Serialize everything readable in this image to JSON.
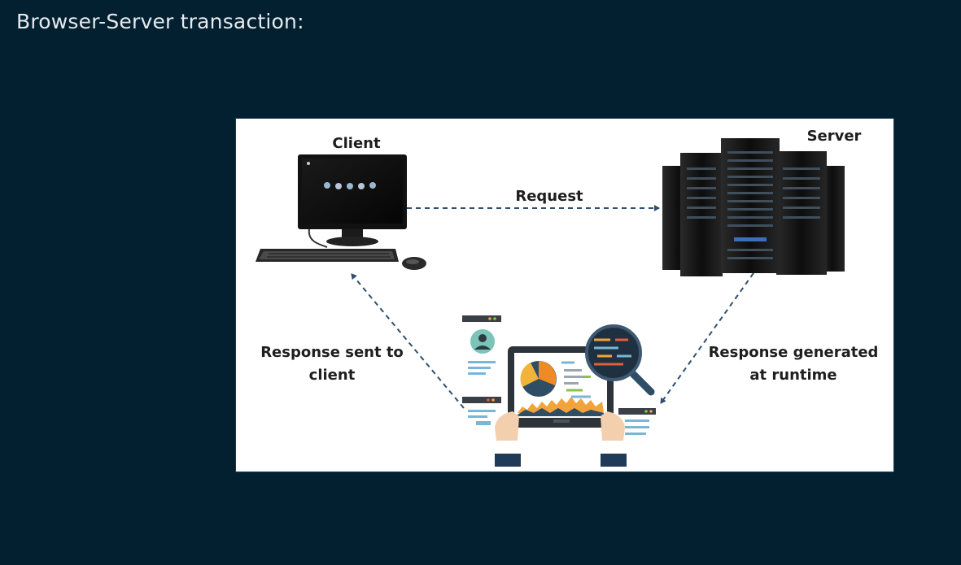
{
  "slide": {
    "title": "Browser-Server transaction:"
  },
  "diagram": {
    "nodes": {
      "client": "Client",
      "server": "Server"
    },
    "edges": {
      "request": "Request",
      "response_sent": "Response sent to client",
      "response_generated": "Response generated at runtime"
    },
    "colors": {
      "background": "#032030",
      "panel": "#ffffff",
      "arrow": "#2f4f6f"
    },
    "icons": [
      "desktop-computer-icon",
      "server-rack-icon",
      "analytics-tablet-icon",
      "magnifier-icon",
      "user-avatar-icon",
      "pie-chart-icon"
    ]
  }
}
